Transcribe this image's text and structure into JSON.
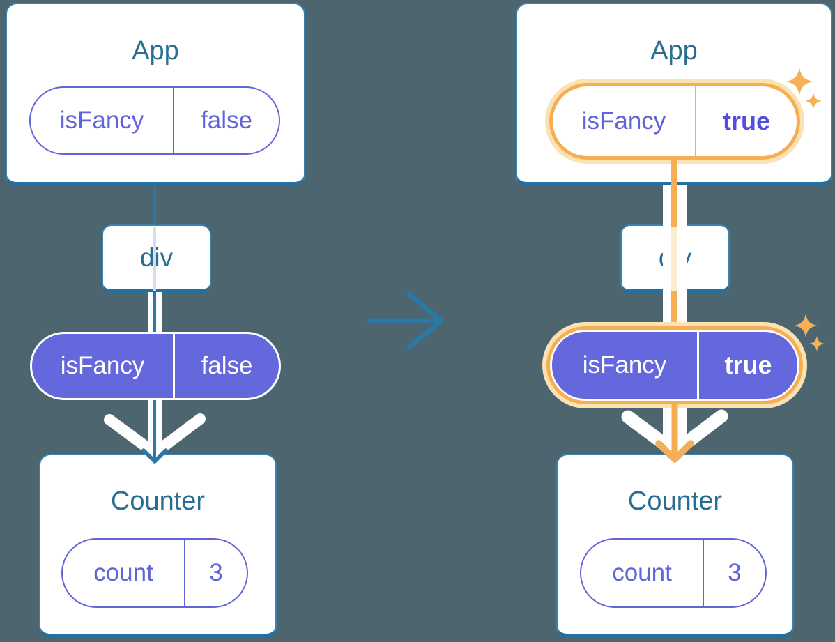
{
  "palette": {
    "background": "#4c656e",
    "teal": "#2c77a3",
    "teal_dark": "#2470a0",
    "title_text": "#2a6d92",
    "purple": "#6163d8",
    "purple_fill": "#6568dd",
    "purple_bold": "#514ee0",
    "orange": "#f6ae55",
    "orange_pale": "#fbe2b3",
    "white": "#ffffff"
  },
  "before": {
    "app": {
      "title": "App",
      "prop": {
        "name": "isFancy",
        "value": "false"
      }
    },
    "div": {
      "label": "div"
    },
    "passed_prop": {
      "name": "isFancy",
      "value": "false"
    },
    "counter": {
      "title": "Counter",
      "state": {
        "name": "count",
        "value": "3"
      }
    }
  },
  "after": {
    "app": {
      "title": "App",
      "prop": {
        "name": "isFancy",
        "value": "true"
      }
    },
    "div": {
      "label": "div"
    },
    "passed_prop": {
      "name": "isFancy",
      "value": "true"
    },
    "counter": {
      "title": "Counter",
      "state": {
        "name": "count",
        "value": "3"
      }
    }
  }
}
